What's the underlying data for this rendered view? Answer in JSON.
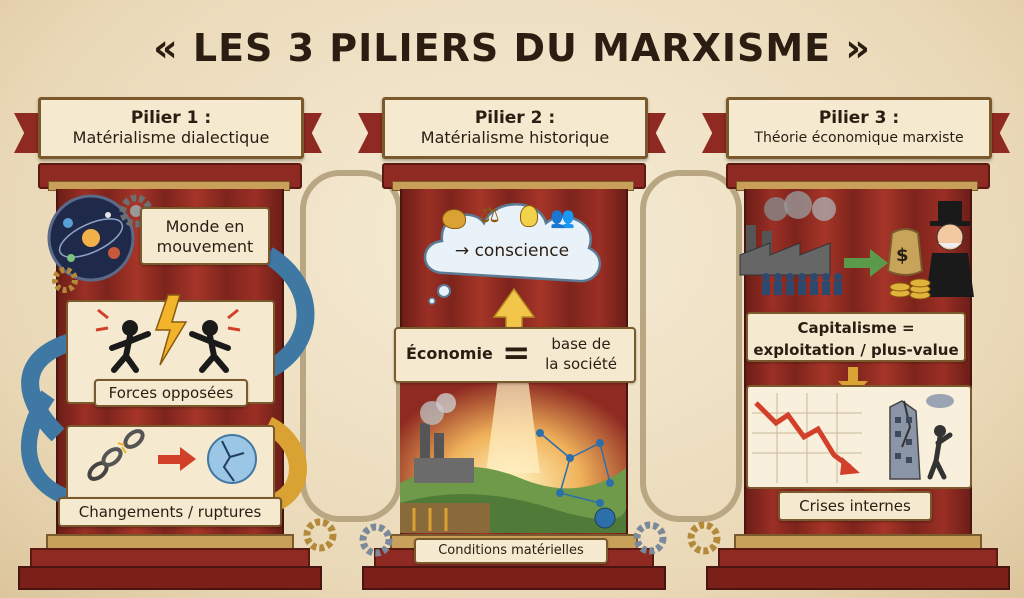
{
  "title": "« LES 3 PILIERS DU MARXISME »",
  "pillar1": {
    "name": "Pilier 1 :",
    "subtitle": "Matérialisme dialectique",
    "label_world_1": "Monde en",
    "label_world_2": "mouvement",
    "label_forces": "Forces opposées",
    "label_changes": "Changements / ruptures"
  },
  "pillar2": {
    "name": "Pilier 2 :",
    "subtitle": "Matérialisme historique",
    "label_conscience": "→ conscience",
    "label_economy": "Économie",
    "label_equals": "=",
    "label_base_1": "base de",
    "label_base_2": "la société",
    "label_conditions": "Conditions matérielles"
  },
  "pillar3": {
    "name": "Pilier 3 :",
    "subtitle": "Théorie économique marxiste",
    "label_capitalism_1": "Capitalisme =",
    "label_capitalism_2": "exploitation / plus-value",
    "label_crises": "Crises internes"
  },
  "colors": {
    "pillar_red": "#8e2a22",
    "gold": "#c9a05a",
    "parchment": "#f5e9cf",
    "arrow_blue": "#3f78a3",
    "arrow_gold": "#d9a233",
    "arrow_red": "#d3402a"
  }
}
